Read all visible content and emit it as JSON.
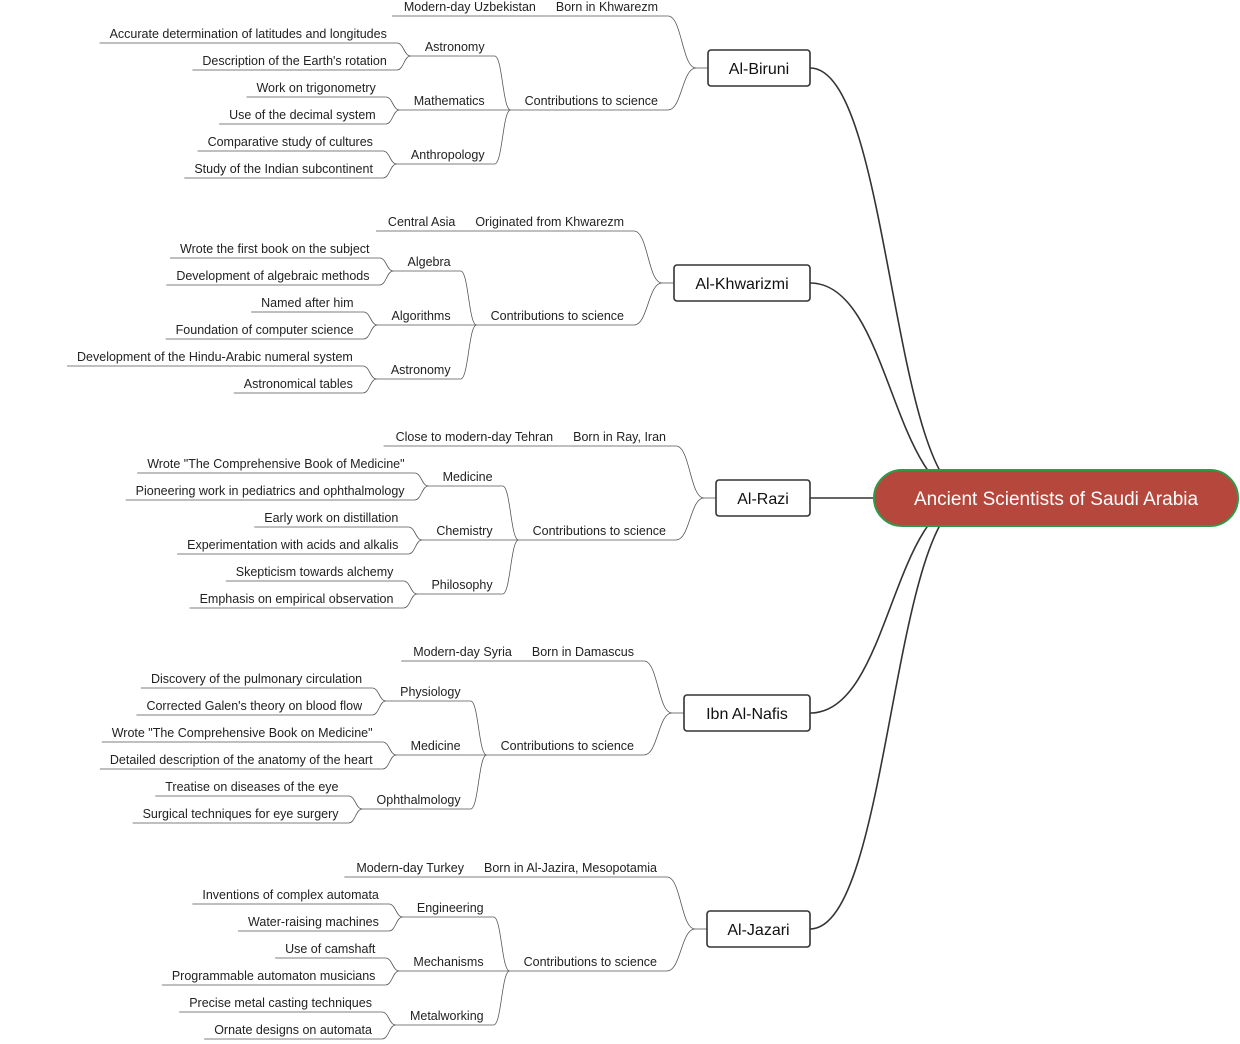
{
  "root": {
    "label": "Ancient Scientists of Saudi Arabia"
  },
  "colors": {
    "root_fill": "#b5473d",
    "root_border": "#2e9a48",
    "line": "#333333",
    "text": "#222222"
  },
  "scientists": [
    {
      "name": "Al-Biruni",
      "origin": {
        "label": "Born in Khwarezm",
        "detail": "Modern-day Uzbekistan"
      },
      "contributions": {
        "label": "Contributions to science",
        "fields": [
          {
            "label": "Astronomy",
            "items": [
              "Accurate determination of latitudes and longitudes",
              "Description of the Earth's rotation"
            ]
          },
          {
            "label": "Mathematics",
            "items": [
              "Work on trigonometry",
              "Use of the decimal system"
            ]
          },
          {
            "label": "Anthropology",
            "items": [
              "Comparative study of cultures",
              "Study of the Indian subcontinent"
            ]
          }
        ]
      }
    },
    {
      "name": "Al-Khwarizmi",
      "origin": {
        "label": "Originated from Khwarezm",
        "detail": "Central Asia"
      },
      "contributions": {
        "label": "Contributions to science",
        "fields": [
          {
            "label": "Algebra",
            "items": [
              "Wrote the first book on the subject",
              "Development of algebraic methods"
            ]
          },
          {
            "label": "Algorithms",
            "items": [
              "Named after him",
              "Foundation of computer science"
            ]
          },
          {
            "label": "Astronomy",
            "items": [
              "Development of the Hindu-Arabic numeral system",
              "Astronomical tables"
            ]
          }
        ]
      }
    },
    {
      "name": "Al-Razi",
      "origin": {
        "label": "Born in Ray, Iran",
        "detail": "Close to modern-day Tehran"
      },
      "contributions": {
        "label": "Contributions to science",
        "fields": [
          {
            "label": "Medicine",
            "items": [
              "Wrote \"The Comprehensive Book of Medicine\"",
              "Pioneering work in pediatrics and ophthalmology"
            ]
          },
          {
            "label": "Chemistry",
            "items": [
              "Early work on distillation",
              "Experimentation with acids and alkalis"
            ]
          },
          {
            "label": "Philosophy",
            "items": [
              "Skepticism towards alchemy",
              "Emphasis on empirical observation"
            ]
          }
        ]
      }
    },
    {
      "name": "Ibn Al-Nafis",
      "origin": {
        "label": "Born in Damascus",
        "detail": "Modern-day Syria"
      },
      "contributions": {
        "label": "Contributions to science",
        "fields": [
          {
            "label": "Physiology",
            "items": [
              "Discovery of the pulmonary circulation",
              "Corrected Galen's theory on blood flow"
            ]
          },
          {
            "label": "Medicine",
            "items": [
              "Wrote \"The Comprehensive Book on Medicine\"",
              "Detailed description of the anatomy of the heart"
            ]
          },
          {
            "label": "Ophthalmology",
            "items": [
              "Treatise on diseases of the eye",
              "Surgical techniques for eye surgery"
            ]
          }
        ]
      }
    },
    {
      "name": "Al-Jazari",
      "origin": {
        "label": "Born in Al-Jazira, Mesopotamia",
        "detail": "Modern-day Turkey"
      },
      "contributions": {
        "label": "Contributions to science",
        "fields": [
          {
            "label": "Engineering",
            "items": [
              "Inventions of complex automata",
              "Water-raising machines"
            ]
          },
          {
            "label": "Mechanisms",
            "items": [
              "Use of camshaft",
              "Programmable automaton musicians"
            ]
          },
          {
            "label": "Metalworking",
            "items": [
              "Precise metal casting techniques",
              "Ornate designs on automata"
            ]
          }
        ]
      }
    }
  ]
}
